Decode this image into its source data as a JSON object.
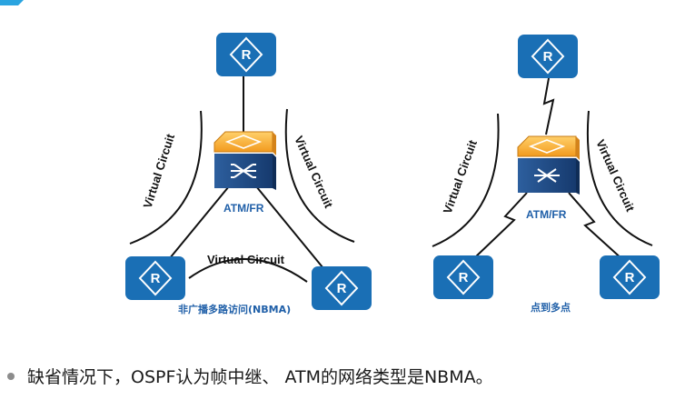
{
  "diagrams": [
    {
      "name": "nbma",
      "center_label": "ATM/FR",
      "caption": "非广播多路访问(NBMA)",
      "vc_labels": [
        "Virtual Circuit",
        "Virtual Circuit",
        "Virtual Circuit"
      ]
    },
    {
      "name": "p2mp",
      "center_label": "ATM/FR",
      "caption": "点到多点",
      "vc_labels": [
        "Virtual Circuit",
        "Virtual Circuit"
      ]
    }
  ],
  "router_glyph": "R",
  "note": "缺省情况下，OSPF认为帧中继、 ATM的网络类型是NBMA。",
  "colors": {
    "router_blue": "#1a6fb5",
    "switch_orange": "#f2a02b",
    "switch_blue": "#1f4e8c",
    "label_blue": "#1f5fa8",
    "accent_corner": "#2aa4e0"
  }
}
